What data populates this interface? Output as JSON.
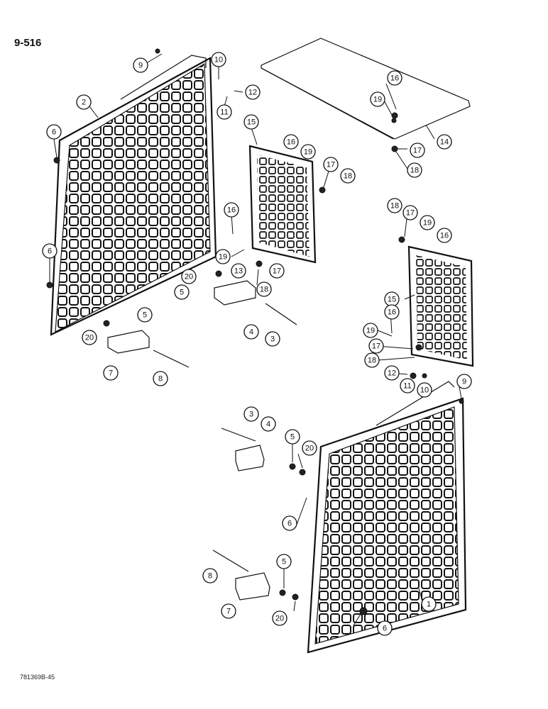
{
  "page_number": "9-516",
  "doc_code": "781369B-45",
  "callouts": [
    {
      "id": "c01",
      "label": "9"
    },
    {
      "id": "c02",
      "label": "10"
    },
    {
      "id": "c03",
      "label": "12"
    },
    {
      "id": "c04",
      "label": "11"
    },
    {
      "id": "c05",
      "label": "2"
    },
    {
      "id": "c06",
      "label": "6"
    },
    {
      "id": "c07",
      "label": "6"
    },
    {
      "id": "c08",
      "label": "15"
    },
    {
      "id": "c09",
      "label": "16"
    },
    {
      "id": "c10",
      "label": "19"
    },
    {
      "id": "c11",
      "label": "17"
    },
    {
      "id": "c12",
      "label": "18"
    },
    {
      "id": "c13",
      "label": "16"
    },
    {
      "id": "c14",
      "label": "19"
    },
    {
      "id": "c15",
      "label": "17"
    },
    {
      "id": "c16",
      "label": "18"
    },
    {
      "id": "c17",
      "label": "20"
    },
    {
      "id": "c18",
      "label": "13"
    },
    {
      "id": "c19",
      "label": "5"
    },
    {
      "id": "c20",
      "label": "4"
    },
    {
      "id": "c21",
      "label": "3"
    },
    {
      "id": "c22",
      "label": "5"
    },
    {
      "id": "c23",
      "label": "20"
    },
    {
      "id": "c24",
      "label": "7"
    },
    {
      "id": "c25",
      "label": "8"
    },
    {
      "id": "c26",
      "label": "16"
    },
    {
      "id": "c27",
      "label": "19"
    },
    {
      "id": "c28",
      "label": "17"
    },
    {
      "id": "c29",
      "label": "18"
    },
    {
      "id": "c30",
      "label": "14"
    },
    {
      "id": "c31",
      "label": "18"
    },
    {
      "id": "c32",
      "label": "17"
    },
    {
      "id": "c33",
      "label": "19"
    },
    {
      "id": "c34",
      "label": "16"
    },
    {
      "id": "c35",
      "label": "15"
    },
    {
      "id": "c36",
      "label": "16"
    },
    {
      "id": "c37",
      "label": "19"
    },
    {
      "id": "c38",
      "label": "17"
    },
    {
      "id": "c39",
      "label": "18"
    },
    {
      "id": "c40",
      "label": "12"
    },
    {
      "id": "c41",
      "label": "11"
    },
    {
      "id": "c42",
      "label": "10"
    },
    {
      "id": "c43",
      "label": "9"
    },
    {
      "id": "c44",
      "label": "3"
    },
    {
      "id": "c45",
      "label": "4"
    },
    {
      "id": "c46",
      "label": "5"
    },
    {
      "id": "c47",
      "label": "20"
    },
    {
      "id": "c48",
      "label": "6"
    },
    {
      "id": "c49",
      "label": "8"
    },
    {
      "id": "c50",
      "label": "5"
    },
    {
      "id": "c51",
      "label": "7"
    },
    {
      "id": "c52",
      "label": "20"
    },
    {
      "id": "c53",
      "label": "6"
    },
    {
      "id": "c54",
      "label": "1"
    }
  ]
}
